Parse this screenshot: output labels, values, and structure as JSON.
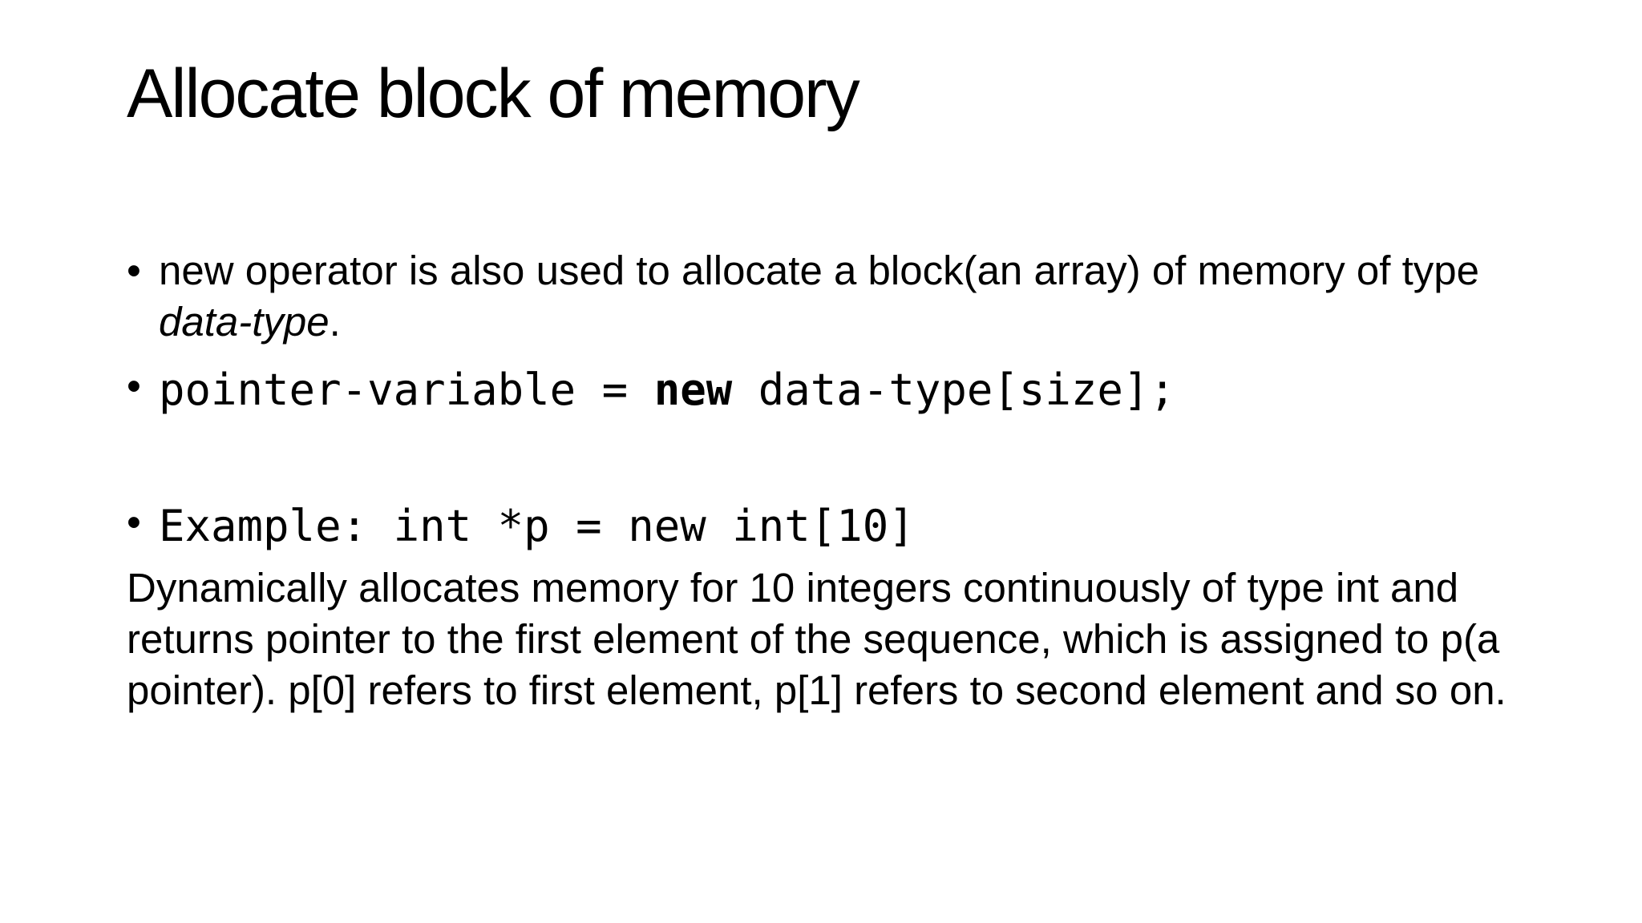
{
  "slide": {
    "title": "Allocate block of memory",
    "bullets": {
      "b1": {
        "text_before": "new operator is also used to allocate a block(an array) of memory of type ",
        "text_italic": "data-type",
        "text_after": "."
      },
      "b2": {
        "code_before": "pointer-variable = ",
        "code_bold": "new",
        "code_after": " data-type[size];"
      },
      "b3": {
        "code": "Example: int *p = new int[10]"
      }
    },
    "paragraph": "Dynamically allocates memory for 10 integers continuously of type int and returns pointer to the first element of the sequence, which is assigned to p(a pointer). p[0] refers to first element, p[1] refers to second element and so on.",
    "bullet_glyph": "•"
  }
}
